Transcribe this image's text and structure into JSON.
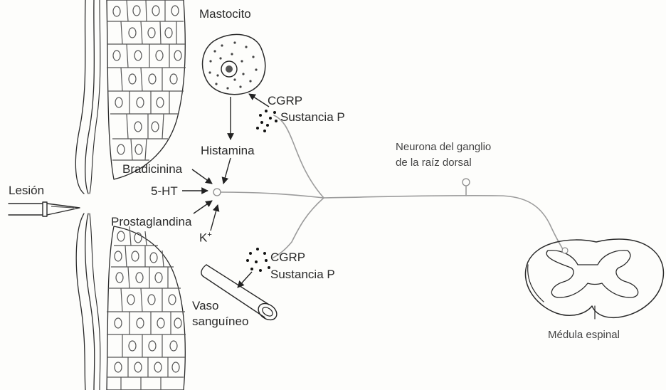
{
  "labels": {
    "mastocito": "Mastocito",
    "cgrp_top": "CGRP",
    "sustancia_p_top": "Sustancia P",
    "histamina": "Histamina",
    "bradicinina": "Bradicinina",
    "lesion": "Lesión",
    "five_ht": "5-HT",
    "prostaglandina": "Prostaglandina",
    "k_plus_base": "K",
    "k_plus_sup": "+",
    "neurona_line1": "Neurona del ganglio",
    "neurona_line2": "de la raíz dorsal",
    "cgrp_bottom": "CGRP",
    "sustancia_p_bottom": "Sustancia P",
    "vaso_line1": "Vaso",
    "vaso_line2": "sanguíneo",
    "medula": "Médula espinal"
  },
  "colors": {
    "ink": "#2a2a2a",
    "nerve_fiber": "#9c9c9c",
    "background": "#fdfdfb"
  }
}
